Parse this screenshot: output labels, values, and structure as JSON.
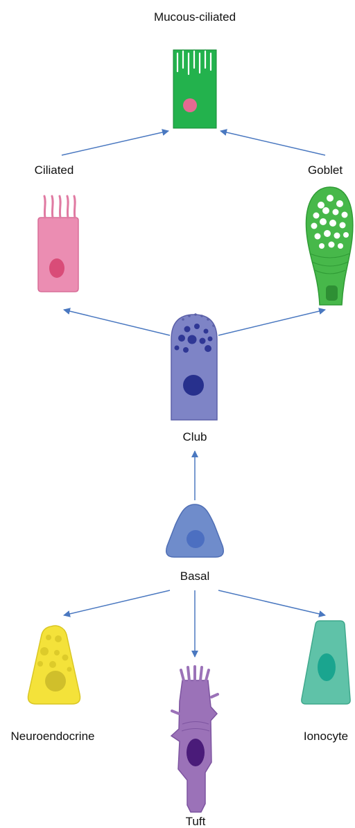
{
  "labels": {
    "mucous_ciliated": "Mucous-ciliated",
    "ciliated": "Ciliated",
    "goblet": "Goblet",
    "club": "Club",
    "basal": "Basal",
    "neuroendocrine": "Neuroendocrine",
    "tuft": "Tuft",
    "ionocyte": "Ionocyte"
  },
  "colors": {
    "arrow": "#4a78c0",
    "mucous_ciliated": "#23b24d",
    "ciliated": "#e98bb0",
    "goblet": "#3fb94a",
    "club": "#7e84c6",
    "basal": "#6f8ccb",
    "neuroendocrine": "#f4e23a",
    "tuft": "#9b72b8",
    "ionocyte": "#5fc2a8"
  },
  "icons": {
    "mucous_ciliated": "mucous-ciliated-cell-icon",
    "ciliated": "ciliated-cell-icon",
    "goblet": "goblet-cell-icon",
    "club": "club-cell-icon",
    "basal": "basal-cell-icon",
    "neuroendocrine": "neuroendocrine-cell-icon",
    "tuft": "tuft-cell-icon",
    "ionocyte": "ionocyte-cell-icon"
  }
}
